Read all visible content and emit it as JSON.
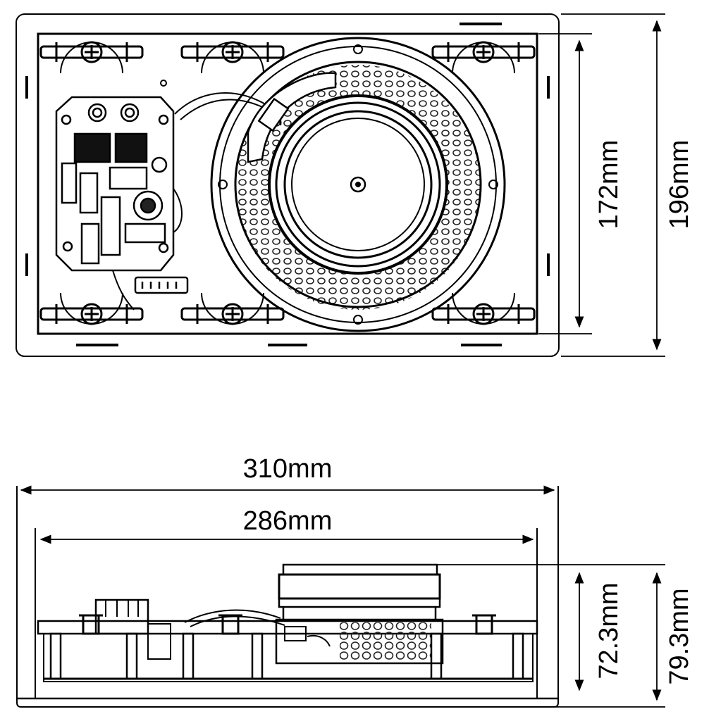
{
  "dimensions": {
    "front_outer_height": "196mm",
    "front_inner_height": "172mm",
    "side_outer_width": "310mm",
    "side_inner_width": "286mm",
    "side_inner_depth": "72.3mm",
    "side_outer_depth": "79.3mm"
  }
}
